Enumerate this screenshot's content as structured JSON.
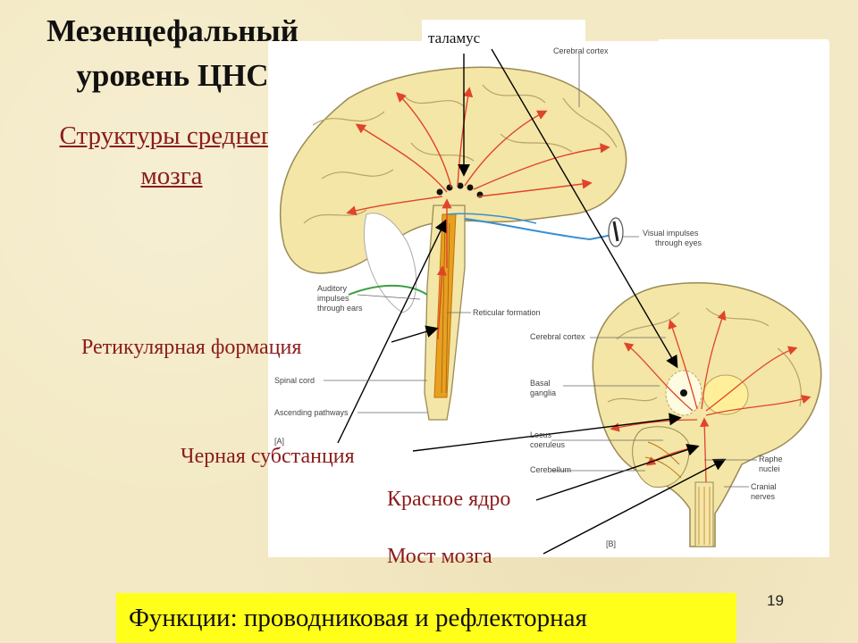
{
  "slide": {
    "title_line1": "Мезенцефальный",
    "title_line2": "уровень ЦНС",
    "subtitle_line1": "Структуры среднего",
    "subtitle_line2": "мозга",
    "page_number": "19",
    "footer_text": "Функции: проводниковая и рефлекторная"
  },
  "labels_ru": {
    "thalamus": "таламус",
    "reticular": "Ретикулярная формация",
    "substantia_nigra": "Черная субстанция",
    "red_nucleus": "Красное ядро",
    "pons": "Мост мозга"
  },
  "labels_en": {
    "cerebral_cortex_top": "Cerebral cortex",
    "visual1": "Visual impulses",
    "visual2": "through eyes",
    "auditory1": "Auditory",
    "auditory2": "impulses",
    "auditory3": "through ears",
    "reticular_formation": "Reticular formation",
    "spinal_cord": "Spinal cord",
    "ascending": "Ascending pathways",
    "fig_a": "[A]",
    "cerebral_cortex_b": "Cerebral cortex",
    "basal1": "Basal",
    "basal2": "ganglia",
    "locus1": "Locus",
    "locus2": "coeruleus",
    "cerebellum": "Cerebellum",
    "raphe1": "Raphe",
    "raphe2": "nuclei",
    "cranial1": "Cranial",
    "cranial2": "nerves",
    "fig_b": "[B]"
  },
  "colors": {
    "background": "#f3e9c4",
    "title": "#111111",
    "red_text": "#8b1c1c",
    "footer_bg": "#ffff1a",
    "brain_fill": "#f4e6a6",
    "arrow_red": "#e0442a",
    "pathway_orange": "#e8a020",
    "visual_blue": "#3a8fd0",
    "auditory_green": "#3aa040"
  }
}
